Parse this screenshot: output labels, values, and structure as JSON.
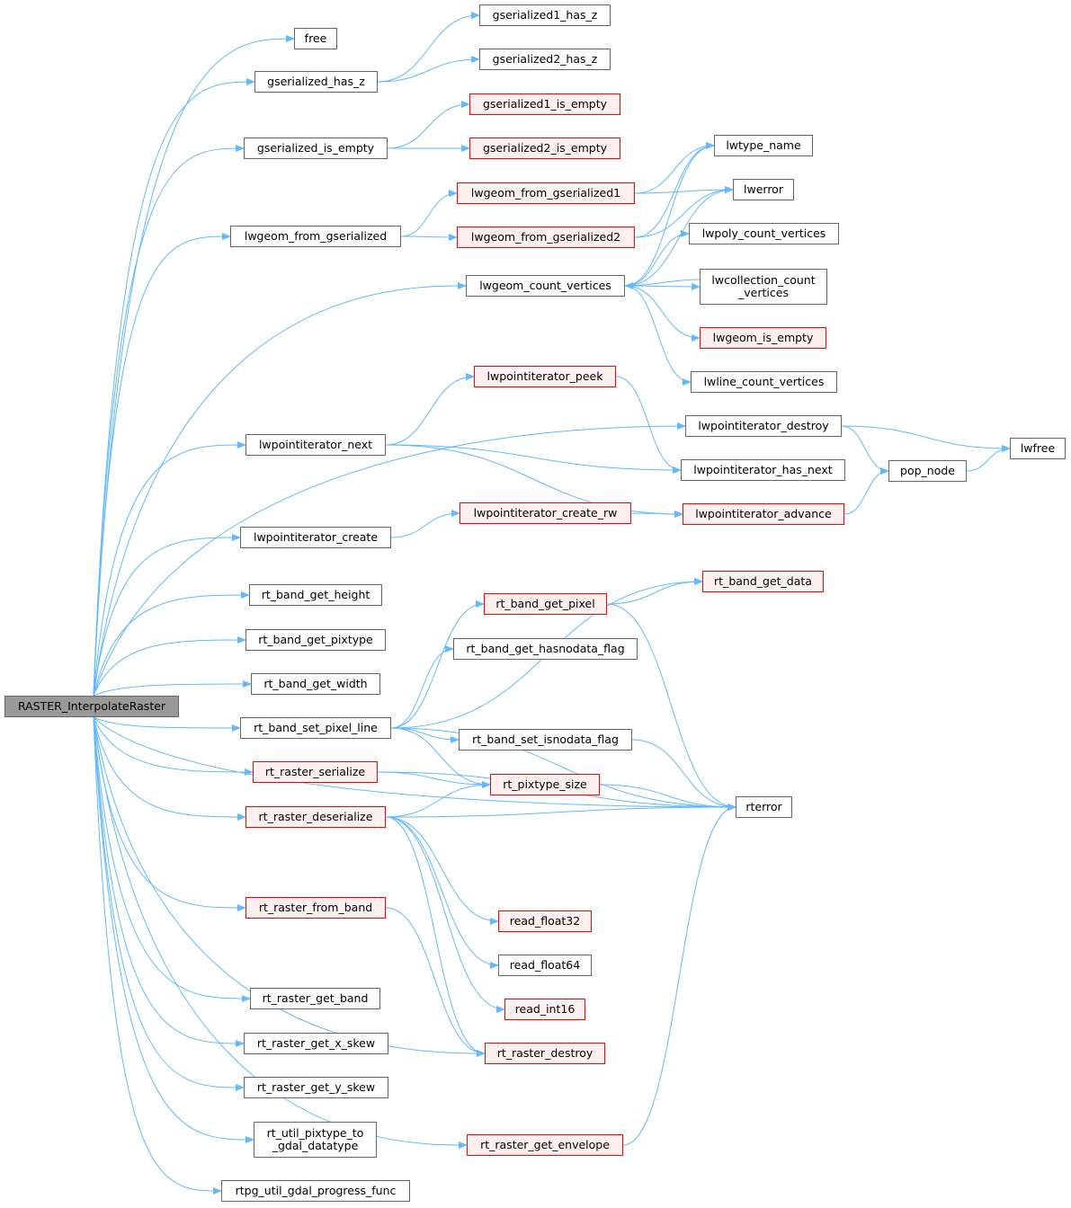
{
  "colors": {
    "edge": "#63b8ff",
    "node_border": "#666666",
    "truncated_border": "#ff0000",
    "truncated_fill": "#fff0f0",
    "root_fill": "#999999"
  },
  "nodes": [
    {
      "id": "root",
      "label": "RASTER_InterpolateRaster",
      "kind": "root"
    },
    {
      "id": "free",
      "label": "free",
      "kind": "normal"
    },
    {
      "id": "gs_has_z",
      "label": "gserialized_has_z",
      "kind": "normal"
    },
    {
      "id": "gs1_has_z",
      "label": "gserialized1_has_z",
      "kind": "normal"
    },
    {
      "id": "gs2_has_z",
      "label": "gserialized2_has_z",
      "kind": "normal"
    },
    {
      "id": "gs_is_empty",
      "label": "gserialized_is_empty",
      "kind": "normal"
    },
    {
      "id": "gs1_is_empty",
      "label": "gserialized1_is_empty",
      "kind": "red"
    },
    {
      "id": "gs2_is_empty",
      "label": "gserialized2_is_empty",
      "kind": "red"
    },
    {
      "id": "lwtype_name",
      "label": "lwtype_name",
      "kind": "normal"
    },
    {
      "id": "lwerror",
      "label": "lwerror",
      "kind": "normal"
    },
    {
      "id": "lwg_from_gs1",
      "label": "lwgeom_from_gserialized1",
      "kind": "red"
    },
    {
      "id": "lwg_from_gs",
      "label": "lwgeom_from_gserialized",
      "kind": "normal"
    },
    {
      "id": "lwg_from_gs2",
      "label": "lwgeom_from_gserialized2",
      "kind": "red"
    },
    {
      "id": "lwpoly_cv",
      "label": "lwpoly_count_vertices",
      "kind": "normal"
    },
    {
      "id": "lwg_cv",
      "label": "lwgeom_count_vertices",
      "kind": "normal"
    },
    {
      "id": "lwcoll_cv",
      "label": "lwcollection_count\n_vertices",
      "kind": "normal"
    },
    {
      "id": "lwg_is_empty",
      "label": "lwgeom_is_empty",
      "kind": "red"
    },
    {
      "id": "lwpi_peek",
      "label": "lwpointiterator_peek",
      "kind": "red"
    },
    {
      "id": "lwline_cv",
      "label": "lwline_count_vertices",
      "kind": "normal"
    },
    {
      "id": "lwpi_destroy",
      "label": "lwpointiterator_destroy",
      "kind": "normal"
    },
    {
      "id": "lwpi_next",
      "label": "lwpointiterator_next",
      "kind": "normal"
    },
    {
      "id": "lwfree",
      "label": "lwfree",
      "kind": "normal"
    },
    {
      "id": "lwpi_has_next",
      "label": "lwpointiterator_has_next",
      "kind": "normal"
    },
    {
      "id": "pop_node",
      "label": "pop_node",
      "kind": "normal"
    },
    {
      "id": "lwpi_create_rw",
      "label": "lwpointiterator_create_rw",
      "kind": "red"
    },
    {
      "id": "lwpi_advance",
      "label": "lwpointiterator_advance",
      "kind": "red"
    },
    {
      "id": "lwpi_create",
      "label": "lwpointiterator_create",
      "kind": "normal"
    },
    {
      "id": "band_get_data",
      "label": "rt_band_get_data",
      "kind": "red"
    },
    {
      "id": "band_get_height",
      "label": "rt_band_get_height",
      "kind": "normal"
    },
    {
      "id": "band_get_pixel",
      "label": "rt_band_get_pixel",
      "kind": "red"
    },
    {
      "id": "band_get_pixtype",
      "label": "rt_band_get_pixtype",
      "kind": "normal"
    },
    {
      "id": "band_get_hasnodata",
      "label": "rt_band_get_hasnodata_flag",
      "kind": "normal"
    },
    {
      "id": "band_get_width",
      "label": "rt_band_get_width",
      "kind": "normal"
    },
    {
      "id": "band_set_pixel_line",
      "label": "rt_band_set_pixel_line",
      "kind": "normal"
    },
    {
      "id": "band_set_isnodata",
      "label": "rt_band_set_isnodata_flag",
      "kind": "normal"
    },
    {
      "id": "raster_serialize",
      "label": "rt_raster_serialize",
      "kind": "red"
    },
    {
      "id": "pixtype_size",
      "label": "rt_pixtype_size",
      "kind": "red"
    },
    {
      "id": "rterror",
      "label": "rterror",
      "kind": "normal"
    },
    {
      "id": "raster_deserialize",
      "label": "rt_raster_deserialize",
      "kind": "red"
    },
    {
      "id": "raster_from_band",
      "label": "rt_raster_from_band",
      "kind": "red"
    },
    {
      "id": "read_float32",
      "label": "read_float32",
      "kind": "red"
    },
    {
      "id": "read_float64",
      "label": "read_float64",
      "kind": "normal"
    },
    {
      "id": "raster_get_band",
      "label": "rt_raster_get_band",
      "kind": "normal"
    },
    {
      "id": "read_int16",
      "label": "read_int16",
      "kind": "red"
    },
    {
      "id": "raster_get_x_skew",
      "label": "rt_raster_get_x_skew",
      "kind": "normal"
    },
    {
      "id": "raster_destroy",
      "label": "rt_raster_destroy",
      "kind": "red"
    },
    {
      "id": "raster_get_y_skew",
      "label": "rt_raster_get_y_skew",
      "kind": "normal"
    },
    {
      "id": "util_pixtype_gdal",
      "label": "rt_util_pixtype_to\n_gdal_datatype",
      "kind": "normal"
    },
    {
      "id": "raster_get_envelope",
      "label": "rt_raster_get_envelope",
      "kind": "red"
    },
    {
      "id": "rtpg_progress",
      "label": "rtpg_util_gdal_progress_func",
      "kind": "normal"
    }
  ],
  "edges": [
    [
      "root",
      "free"
    ],
    [
      "root",
      "gs_has_z"
    ],
    [
      "root",
      "gs_is_empty"
    ],
    [
      "root",
      "lwg_from_gs"
    ],
    [
      "root",
      "lwg_cv"
    ],
    [
      "root",
      "lwpi_destroy"
    ],
    [
      "root",
      "lwpi_next"
    ],
    [
      "root",
      "lwpi_create"
    ],
    [
      "root",
      "band_get_height"
    ],
    [
      "root",
      "band_get_pixtype"
    ],
    [
      "root",
      "band_get_width"
    ],
    [
      "root",
      "band_set_pixel_line"
    ],
    [
      "root",
      "raster_serialize"
    ],
    [
      "root",
      "raster_deserialize"
    ],
    [
      "root",
      "raster_from_band"
    ],
    [
      "root",
      "raster_get_band"
    ],
    [
      "root",
      "raster_get_x_skew"
    ],
    [
      "root",
      "raster_get_y_skew"
    ],
    [
      "root",
      "util_pixtype_gdal"
    ],
    [
      "root",
      "rtpg_progress"
    ],
    [
      "root",
      "raster_destroy"
    ],
    [
      "root",
      "rterror"
    ],
    [
      "root",
      "raster_get_envelope"
    ],
    [
      "gs_has_z",
      "gs1_has_z"
    ],
    [
      "gs_has_z",
      "gs2_has_z"
    ],
    [
      "gs_is_empty",
      "gs1_is_empty"
    ],
    [
      "gs_is_empty",
      "gs2_is_empty"
    ],
    [
      "lwg_from_gs",
      "lwg_from_gs1"
    ],
    [
      "lwg_from_gs",
      "lwg_from_gs2"
    ],
    [
      "lwg_from_gs1",
      "lwtype_name"
    ],
    [
      "lwg_from_gs1",
      "lwerror"
    ],
    [
      "lwg_from_gs2",
      "lwtype_name"
    ],
    [
      "lwg_from_gs2",
      "lwerror"
    ],
    [
      "lwg_cv",
      "lwtype_name"
    ],
    [
      "lwg_cv",
      "lwerror"
    ],
    [
      "lwg_cv",
      "lwpoly_cv"
    ],
    [
      "lwg_cv",
      "lwcoll_cv"
    ],
    [
      "lwg_cv",
      "lwg_is_empty"
    ],
    [
      "lwg_cv",
      "lwline_cv"
    ],
    [
      "lwcoll_cv",
      "lwg_cv"
    ],
    [
      "lwpi_next",
      "lwpi_peek"
    ],
    [
      "lwpi_next",
      "lwpi_has_next"
    ],
    [
      "lwpi_next",
      "lwpi_advance"
    ],
    [
      "lwpi_peek",
      "lwpi_has_next"
    ],
    [
      "lwpi_destroy",
      "lwfree"
    ],
    [
      "lwpi_destroy",
      "pop_node"
    ],
    [
      "pop_node",
      "lwfree"
    ],
    [
      "lwpi_advance",
      "pop_node"
    ],
    [
      "lwpi_create",
      "lwpi_create_rw"
    ],
    [
      "lwpi_create_rw",
      "lwpi_advance"
    ],
    [
      "band_get_pixel",
      "band_get_data"
    ],
    [
      "band_get_pixel",
      "rterror"
    ],
    [
      "band_set_pixel_line",
      "band_get_data"
    ],
    [
      "band_set_pixel_line",
      "band_get_pixel"
    ],
    [
      "band_set_pixel_line",
      "band_get_hasnodata"
    ],
    [
      "band_set_pixel_line",
      "rterror"
    ],
    [
      "band_set_pixel_line",
      "band_set_isnodata"
    ],
    [
      "band_set_pixel_line",
      "pixtype_size"
    ],
    [
      "band_set_isnodata",
      "rterror"
    ],
    [
      "raster_serialize",
      "pixtype_size"
    ],
    [
      "raster_serialize",
      "rterror"
    ],
    [
      "pixtype_size",
      "rterror"
    ],
    [
      "raster_deserialize",
      "pixtype_size"
    ],
    [
      "raster_deserialize",
      "rterror"
    ],
    [
      "raster_deserialize",
      "read_float32"
    ],
    [
      "raster_deserialize",
      "read_float64"
    ],
    [
      "raster_deserialize",
      "read_int16"
    ],
    [
      "raster_deserialize",
      "raster_destroy"
    ],
    [
      "raster_from_band",
      "raster_destroy"
    ],
    [
      "raster_get_envelope",
      "rterror"
    ]
  ]
}
